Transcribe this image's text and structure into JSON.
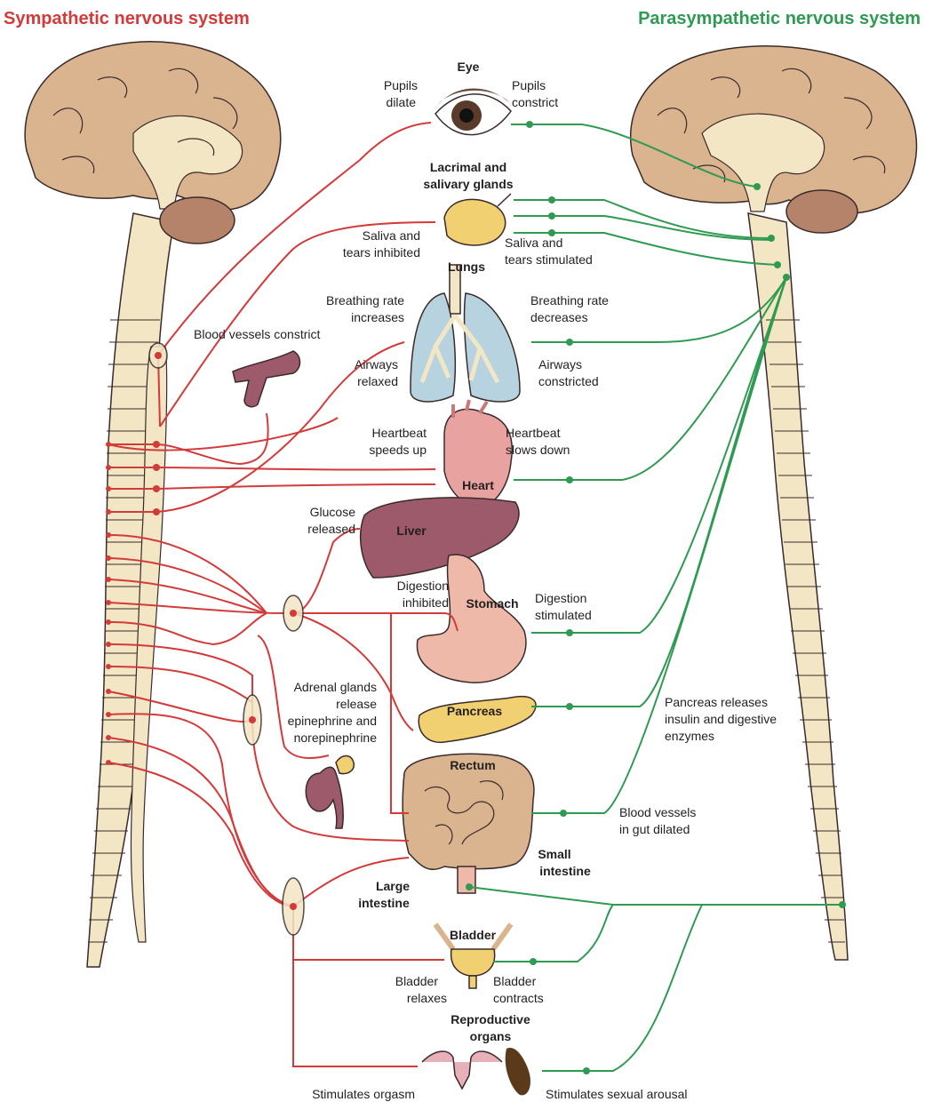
{
  "titles": {
    "sympathetic": "Sympathetic nervous system",
    "parasympathetic": "Parasympathetic nervous system"
  },
  "colors": {
    "sympathetic": "#d33a3a",
    "parasympathetic": "#2f9a52"
  },
  "organs": {
    "eye": "Eye",
    "lacrimal_1": "Lacrimal and",
    "lacrimal_2": "salivary glands",
    "lungs": "Lungs",
    "heart": "Heart",
    "liver": "Liver",
    "stomach": "Stomach",
    "pancreas": "Pancreas",
    "rectum": "Rectum",
    "small_intestine_1": "Small",
    "small_intestine_2": "intestine",
    "large_intestine_1": "Large",
    "large_intestine_2": "intestine",
    "bladder": "Bladder",
    "reproductive_1": "Reproductive",
    "reproductive_2": "organs"
  },
  "sympathetic_effects": {
    "pupils_1": "Pupils",
    "pupils_2": "dilate",
    "saliva_1": "Saliva and",
    "saliva_2": "tears inhibited",
    "breathing_1": "Breathing rate",
    "breathing_2": "increases",
    "airways_1": "Airways",
    "airways_2": "relaxed",
    "blood_vessels": "Blood vessels constrict",
    "heartbeat_1": "Heartbeat",
    "heartbeat_2": "speeds up",
    "glucose_1": "Glucose",
    "glucose_2": "released",
    "digestion_1": "Digestion",
    "digestion_2": "inhibited",
    "adrenal_1": "Adrenal glands",
    "adrenal_2": "release",
    "adrenal_3": "epinephrine and",
    "adrenal_4": "norepinephrine",
    "bladder_1": "Bladder",
    "bladder_2": "relaxes",
    "orgasm": "Stimulates orgasm"
  },
  "parasympathetic_effects": {
    "pupils_1": "Pupils",
    "pupils_2": "constrict",
    "saliva_1": "Saliva and",
    "saliva_2": "tears stimulated",
    "breathing_1": "Breathing rate",
    "breathing_2": "decreases",
    "airways_1": "Airways",
    "airways_2": "constricted",
    "heartbeat_1": "Heartbeat",
    "heartbeat_2": "slows down",
    "digestion_1": "Digestion",
    "digestion_2": "stimulated",
    "pancreas_1": "Pancreas releases",
    "pancreas_2": "insulin and digestive",
    "pancreas_3": "enzymes",
    "gut_1": "Blood vessels",
    "gut_2": "in gut dilated",
    "bladder_1": "Bladder",
    "bladder_2": "contracts",
    "arousal": "Stimulates sexual arousal"
  }
}
